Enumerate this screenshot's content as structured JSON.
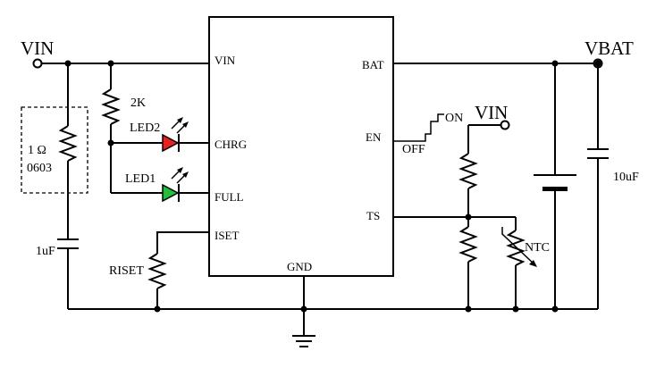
{
  "power": {
    "vin_left": "VIN",
    "vbat": "VBAT",
    "vin_right": "VIN"
  },
  "ic": {
    "pins_left": [
      "VIN",
      "CHRG",
      "FULL",
      "ISET"
    ],
    "pins_right": [
      "BAT",
      "EN",
      "TS"
    ],
    "pin_bottom": "GND"
  },
  "components": {
    "r_series_value": "1 Ω",
    "r_series_package": "0603",
    "cap_in": "1uF",
    "r_led": "2K",
    "led2": "LED2",
    "led1": "LED1",
    "riset": "RISET",
    "cap_out": "10uF",
    "ntc": "NTC"
  },
  "switch": {
    "on": "ON",
    "off": "OFF"
  },
  "colors": {
    "led2": "#e82020",
    "led1": "#22c03a"
  }
}
